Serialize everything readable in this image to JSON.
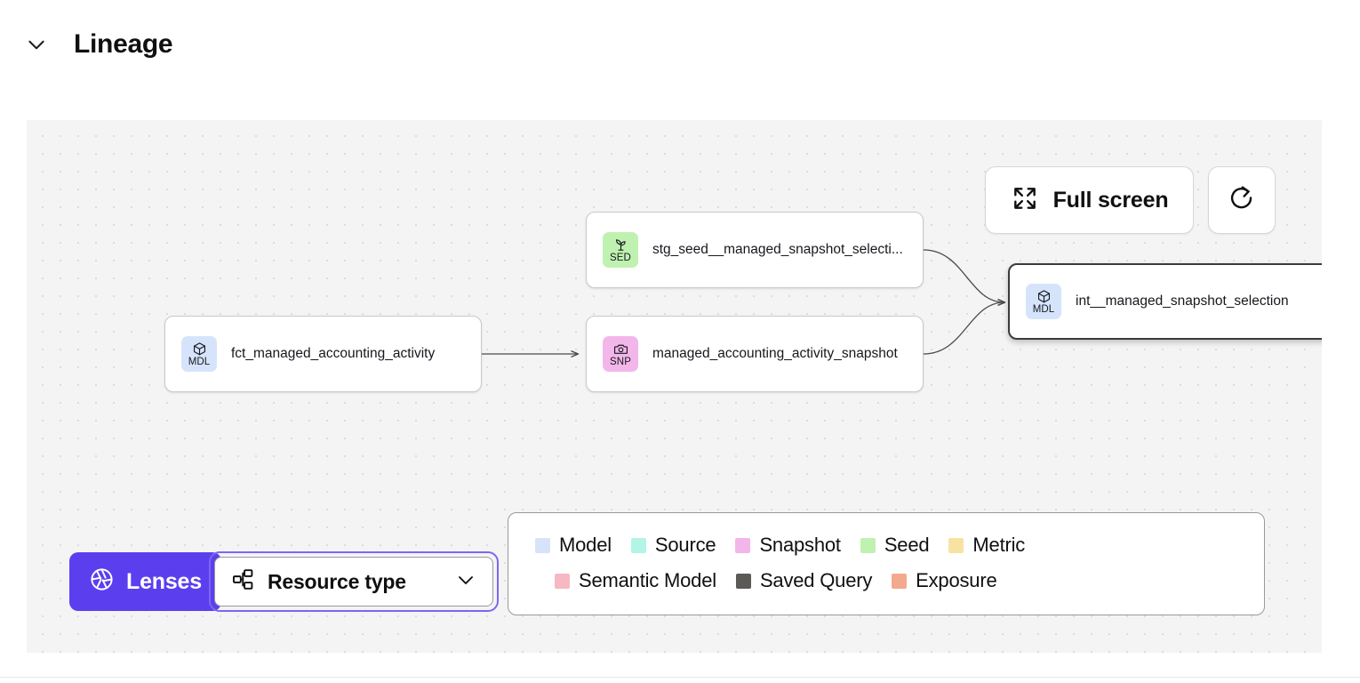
{
  "header": {
    "title": "Lineage",
    "collapse_icon": "chevron-down-icon"
  },
  "canvas": {
    "background_color": "#f4f4f4",
    "dot_color": "#dcdcdc"
  },
  "toolbar": {
    "fullscreen_label": "Full screen",
    "fullscreen_icon": "expand-arrows-icon",
    "refresh_icon": "refresh-icon"
  },
  "controls": {
    "lenses_label": "Lenses",
    "lenses_icon": "aperture-icon",
    "lenses_color": "#5b3fef",
    "resource_type_label": "Resource type",
    "resource_type_icon": "hierarchy-icon",
    "resource_type_chevron": "chevron-down-icon",
    "focus_ring_color": "#7e65f2"
  },
  "graph": {
    "nodes": [
      {
        "id": "fct_managed_accounting_activity",
        "label": "fct_managed_accounting_activity",
        "abbr": "MDL",
        "type": "Model",
        "icon": "cube-icon",
        "badge_color": "#d6e4fb",
        "selected": false
      },
      {
        "id": "stg_seed__managed_snapshot_selection",
        "label": "stg_seed__managed_snapshot_selecti...",
        "abbr": "SED",
        "type": "Seed",
        "icon": "sprout-icon",
        "badge_color": "#bff2b0",
        "selected": false
      },
      {
        "id": "managed_accounting_activity_snapshot",
        "label": "managed_accounting_activity_snapshot",
        "abbr": "SNP",
        "type": "Snapshot",
        "icon": "camera-icon",
        "badge_color": "#f3b6ea",
        "selected": false
      },
      {
        "id": "int__managed_snapshot_selection",
        "label": "int__managed_snapshot_selection",
        "abbr": "MDL",
        "type": "Model",
        "icon": "cube-icon",
        "badge_color": "#d6e4fb",
        "selected": true
      }
    ],
    "edges": [
      {
        "from": "fct_managed_accounting_activity",
        "to": "managed_accounting_activity_snapshot"
      },
      {
        "from": "stg_seed__managed_snapshot_selection",
        "to": "int__managed_snapshot_selection"
      },
      {
        "from": "managed_accounting_activity_snapshot",
        "to": "int__managed_snapshot_selection"
      }
    ]
  },
  "legend": {
    "row1": [
      {
        "label": "Model",
        "color": "#d6e4fb"
      },
      {
        "label": "Source",
        "color": "#b2f5e4"
      },
      {
        "label": "Snapshot",
        "color": "#f3b6ea"
      },
      {
        "label": "Seed",
        "color": "#bff2b0"
      },
      {
        "label": "Metric",
        "color": "#f7e3a1"
      }
    ],
    "row2": [
      {
        "label": "Semantic Model",
        "color": "#f6b8c3"
      },
      {
        "label": "Saved Query",
        "color": "#5c5a57"
      },
      {
        "label": "Exposure",
        "color": "#f3a98d"
      }
    ]
  }
}
